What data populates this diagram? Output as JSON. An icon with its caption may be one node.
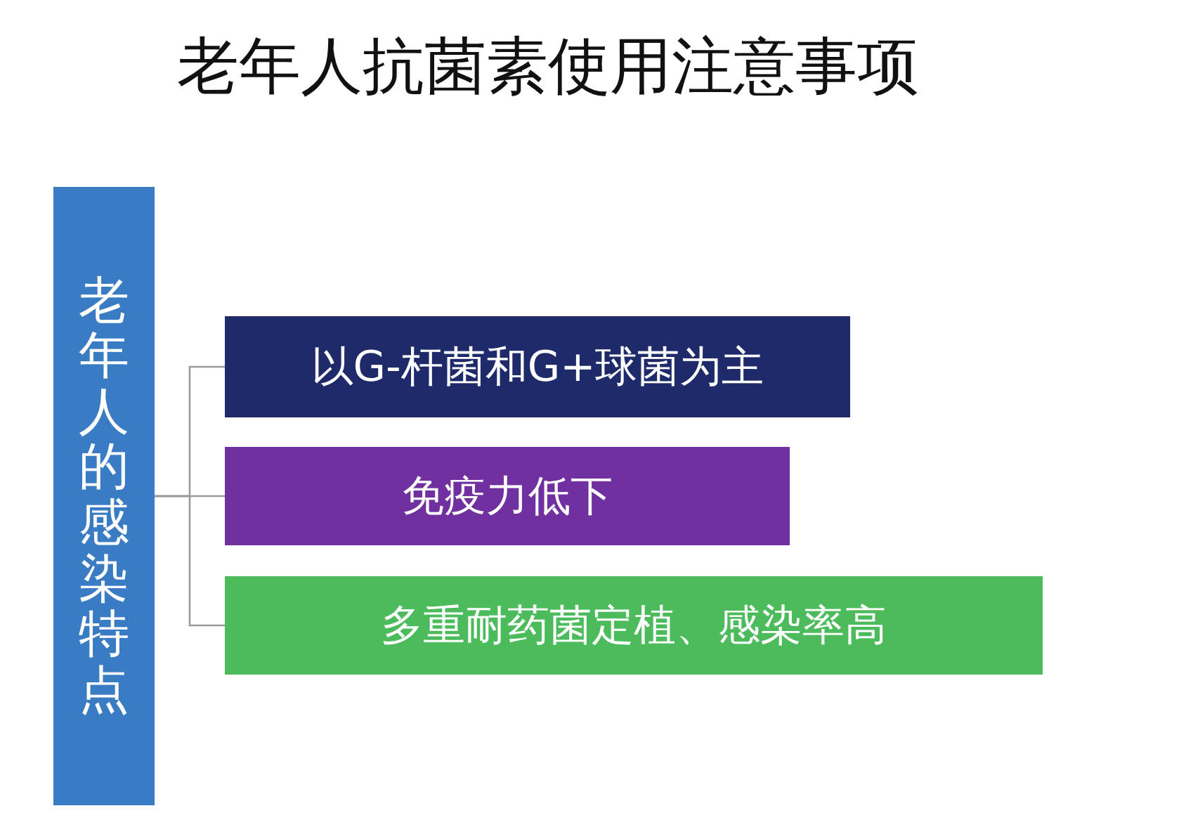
{
  "diagram": {
    "title": "老年人抗菌素使用注意事项",
    "nodes": [
      {
        "text": [
          "老年人的感染特点"
        ]
      },
      {
        "text": [
          "以G-杆菌和G+球菌为主"
        ]
      },
      {
        "text": [
          "免疫力低下"
        ]
      },
      {
        "text": [
          "多重耐药菌定植、感染率高"
        ]
      }
    ],
    "edges": [
      {
        "from": 0,
        "to": 1,
        "arrow": "none"
      },
      {
        "from": 0,
        "to": 2,
        "arrow": "none"
      },
      {
        "from": 0,
        "to": 3,
        "arrow": "none"
      }
    ]
  }
}
